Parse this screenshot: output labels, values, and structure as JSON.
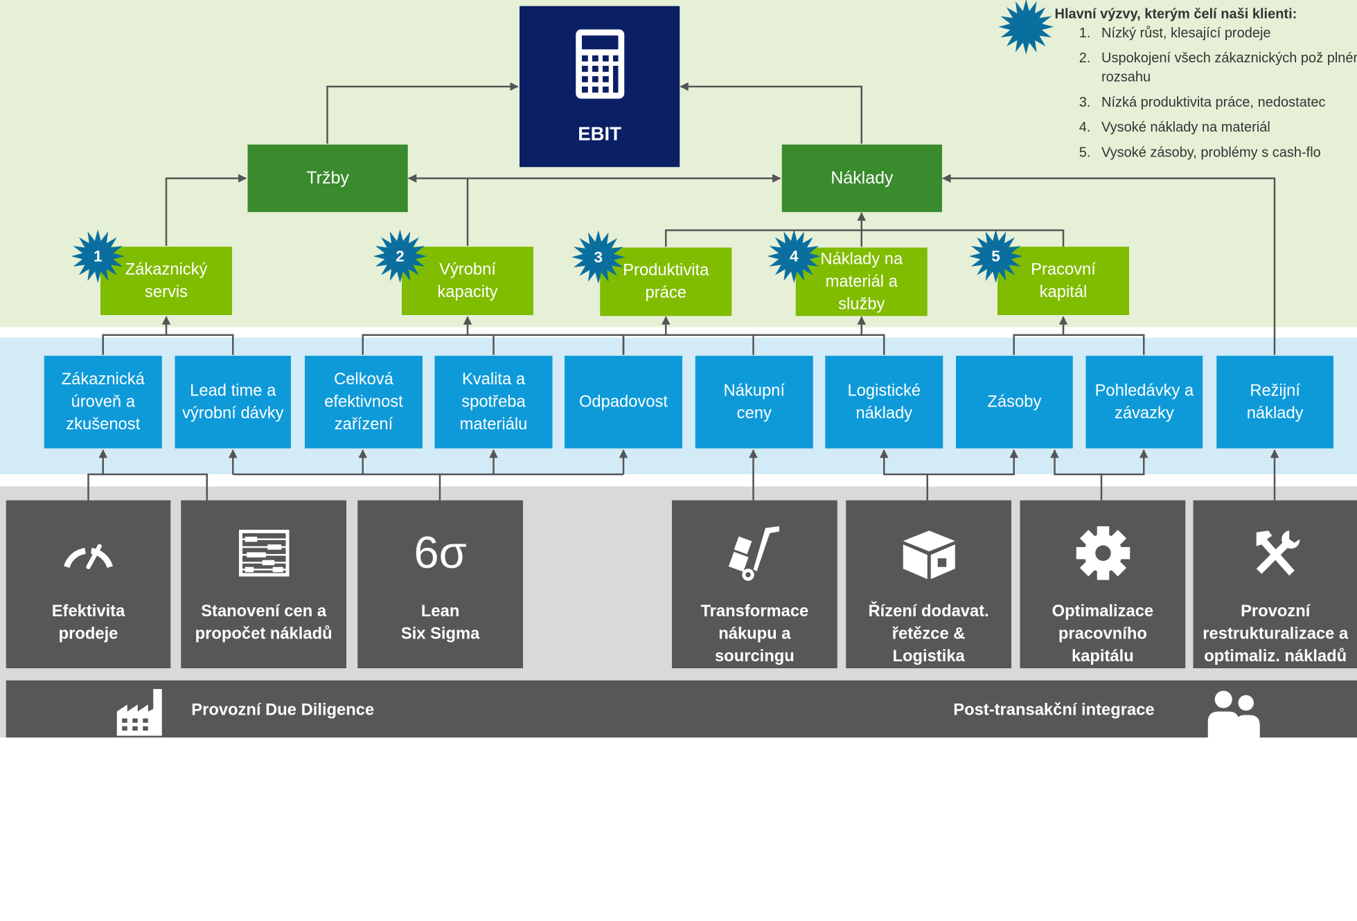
{
  "ebit": {
    "label": "EBIT",
    "icon": "calculator-icon"
  },
  "level1": {
    "revenue": "Tržby",
    "costs": "Náklady"
  },
  "challenges_title": "Hlavní výzvy, kterým čelí naši klienti:",
  "challenges": [
    "Nízký růst, klesající prodeje",
    "Uspokojení všech zákaznických pož\nplném rozsahu",
    "Nízká produktivita práce, nedostatec",
    "Vysoké náklady na materiál",
    "Vysoké zásoby, problémy s cash-flo"
  ],
  "drivers": [
    {
      "num": "1",
      "label": "Zákaznický\nservis"
    },
    {
      "num": "2",
      "label": "Výrobní\nkapacity"
    },
    {
      "num": "3",
      "label": "Produktivita\npráce"
    },
    {
      "num": "4",
      "label": "Náklady na\nmateriál a\nslužby"
    },
    {
      "num": "5",
      "label": "Pracovní\nkapitál"
    }
  ],
  "kpis": [
    "Zákaznická\núroveň a\nzkušenost",
    "Lead time a\nvýrobní dávky",
    "Celková\nefektivnost\nzařízení",
    "Kvalita a\nspotřeba\nmateriálu",
    "Odpadovost",
    "Nákupní\nceny",
    "Logistické\nnáklady",
    "Zásoby",
    "Pohledávky a\nzávazky",
    "Režijní\nnáklady"
  ],
  "services": [
    {
      "label": "Efektivita\nprodeje",
      "icon": "speedometer-icon"
    },
    {
      "label": "Stanovení cen a\npropočet nákladů",
      "icon": "abacus-icon"
    },
    {
      "label": "Lean\nSix Sigma",
      "icon": "six-sigma-icon",
      "icon_text": "6σ"
    },
    {
      "label": "Transformace\nnákupu a\nsourcingu",
      "icon": "hand-truck-icon"
    },
    {
      "label": "Řízení dodavat.\nřetězce &\nLogistika",
      "icon": "package-icon"
    },
    {
      "label": "Optimalizace\npracovního\nkapitálu",
      "icon": "gear-icon"
    },
    {
      "label": "Provozní\nrestrukturalizace a\noptimaliz. nákladů",
      "icon": "tools-icon"
    }
  ],
  "bottom": {
    "left": "Provozní Due Diligence",
    "right": "Post-transakční integrace",
    "left_icon": "factory-icon",
    "right_icon": "people-icon"
  },
  "colors": {
    "navy": "#0b1f65",
    "dark_green": "#3a8a2e",
    "light_green": "#80bc00",
    "blue": "#0e9ad9",
    "star": "#0a6f9e",
    "dark_grey": "#575757"
  }
}
